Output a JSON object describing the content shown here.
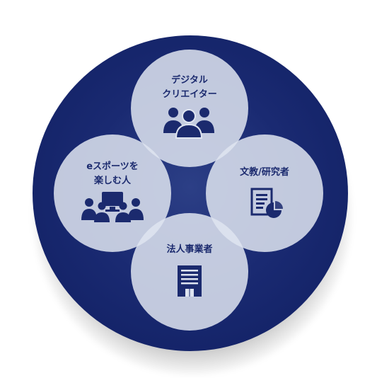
{
  "nodes": {
    "top": {
      "label": "デジタル\nクリエイター",
      "icon": "people-group-icon"
    },
    "left": {
      "label": "eスポーツを\n楽しむ人",
      "icon": "gamers-at-screen-icon"
    },
    "right": {
      "label": "文教/研究者",
      "icon": "document-chart-icon"
    },
    "bottom": {
      "label": "法人事業者",
      "icon": "office-building-icon"
    }
  },
  "colors": {
    "outer_circle": "#1a2a72",
    "node_fill": "#dee4f0",
    "text_and_icons": "#1b2a6e"
  }
}
